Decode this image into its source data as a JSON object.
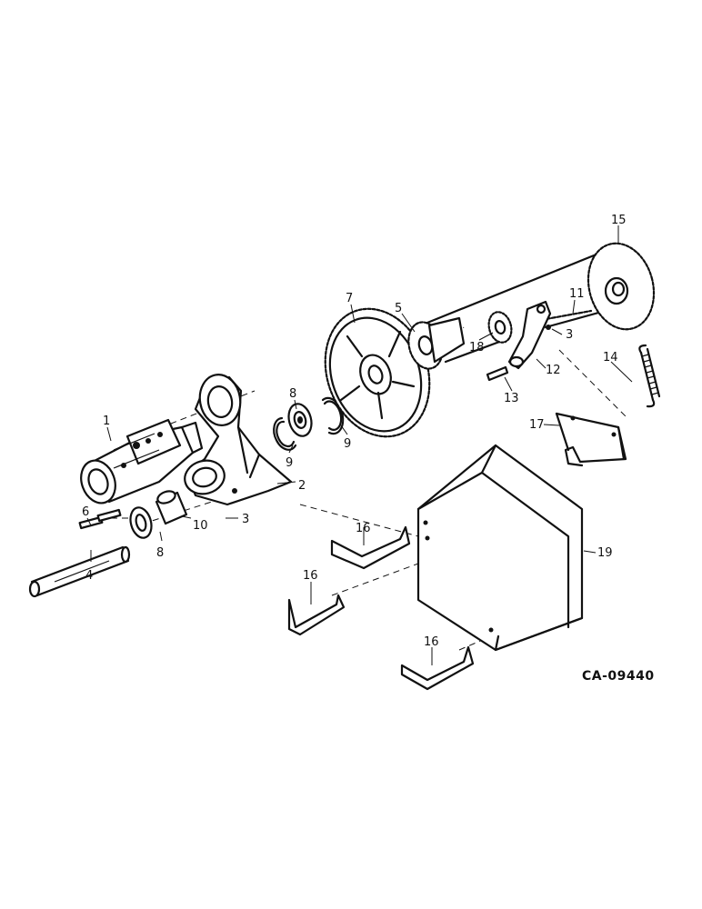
{
  "drawing_code": "CA-09440",
  "callouts": [
    "1",
    "2",
    "3",
    "3",
    "4",
    "5",
    "6",
    "7",
    "8",
    "8",
    "9",
    "9",
    "10",
    "11",
    "12",
    "13",
    "14",
    "15",
    "16",
    "16",
    "16",
    "17",
    "18",
    "19"
  ],
  "colors": {
    "ink": "#111111",
    "paper": "#ffffff"
  }
}
